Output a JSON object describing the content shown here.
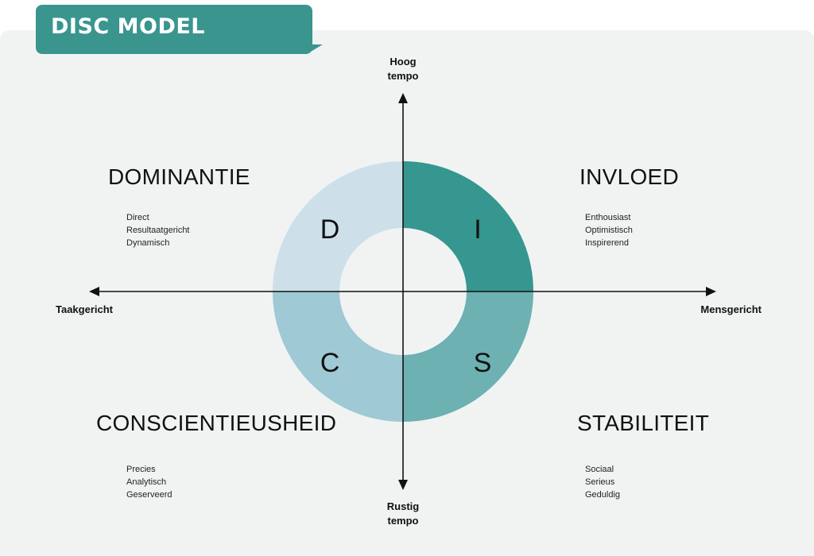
{
  "header": {
    "title": "DISC MODEL"
  },
  "axes": {
    "top": [
      "Hoog",
      "tempo"
    ],
    "bottom": [
      "Rustig",
      "tempo"
    ],
    "left": "Taakgericht",
    "right": "Mensgericht"
  },
  "quadrants": {
    "d": {
      "letter": "D",
      "title": "DOMINANTIE",
      "traits": [
        "Direct",
        "Resultaatgericht",
        "Dynamisch"
      ],
      "color": "#cde0ea"
    },
    "i": {
      "letter": "I",
      "title": "INVLOED",
      "traits": [
        "Enthousiast",
        "Optimistisch",
        "Inspirerend"
      ],
      "color": "#369690"
    },
    "s": {
      "letter": "S",
      "title": "STABILITEIT",
      "traits": [
        "Sociaal",
        "Serieus",
        "Geduldig"
      ],
      "color": "#6db1b2"
    },
    "c": {
      "letter": "C",
      "title": "CONSCIENTIEUSHEID",
      "traits": [
        "Precies",
        "Analytisch",
        "Geserveerd"
      ],
      "color": "#9fc9d4"
    }
  },
  "colors": {
    "accent": "#3a958f",
    "panel": "#f1f3f3",
    "axis": "#111111"
  }
}
